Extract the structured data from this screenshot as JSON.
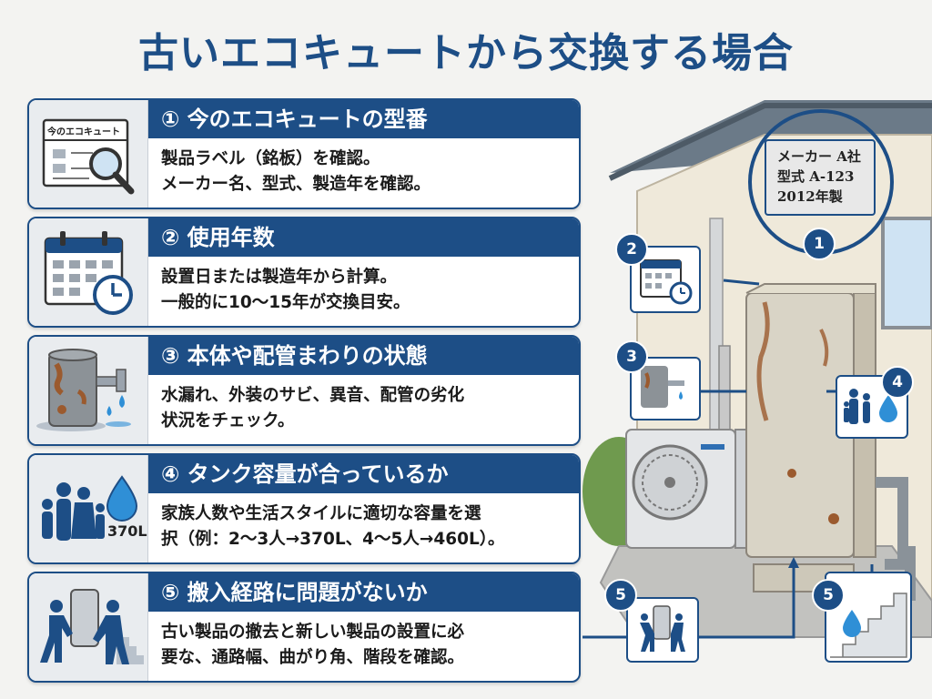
{
  "title": "古いエコキュートから交換する場合",
  "colors": {
    "primary": "#1d4e86",
    "panel_bg": "#e9ecef",
    "rust": "#9b5a2e",
    "water": "#2f8fd6"
  },
  "cards": [
    {
      "heading": "① 今のエコキュートの型番",
      "lines": [
        "製品ラベル（銘板）を確認。",
        "メーカー名、型式、製造年を確認。"
      ],
      "icon": "magnifier-document-icon",
      "icon_text": "今のエコキュート"
    },
    {
      "heading": "② 使用年数",
      "lines": [
        "設置日または製造年から計算。",
        "一般的に10～15年が交換目安。"
      ],
      "icon": "calendar-clock-icon"
    },
    {
      "heading": "③ 本体や配管まわりの状態",
      "lines": [
        "水漏れ、外装のサビ、異音、配管の劣化",
        "状況をチェック。"
      ],
      "icon": "rusty-tank-leak-icon"
    },
    {
      "heading": "④ タンク容量が合っているか",
      "lines": [
        "家族人数や生活スタイルに適切な容量を選",
        "択（例：2～3人→370L、4～5人→460L）。"
      ],
      "icon": "family-water-icon",
      "icon_text": "370L"
    },
    {
      "heading": "⑤ 搬入経路に問題がないか",
      "lines": [
        "古い製品の撤去と新しい製品の設置に必",
        "要な、通路幅、曲がり角、階段を確認。"
      ],
      "icon": "movers-carrying-tank-icon"
    }
  ],
  "illustration": {
    "nameplate": [
      "メーカー A社",
      "型式 A-123",
      "2012年製"
    ],
    "callouts": [
      "1",
      "2",
      "3",
      "4",
      "5",
      "5"
    ]
  }
}
